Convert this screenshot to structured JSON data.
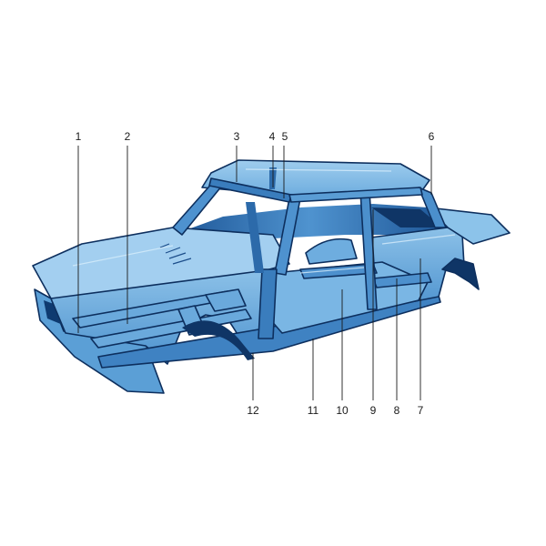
{
  "diagram": {
    "colors": {
      "body_light": "#8ec3ea",
      "body_mid": "#5ea3d8",
      "body_dark": "#2f6fb0",
      "body_deep": "#123f7a",
      "outline": "#0d2f5e",
      "leader": "#1a1a1a"
    },
    "callouts": {
      "c1": "1",
      "c2": "2",
      "c3": "3",
      "c4": "4",
      "c5": "5",
      "c6": "6",
      "c7": "7",
      "c8": "8",
      "c9": "9",
      "c10": "10",
      "c11": "11",
      "c12": "12"
    }
  }
}
